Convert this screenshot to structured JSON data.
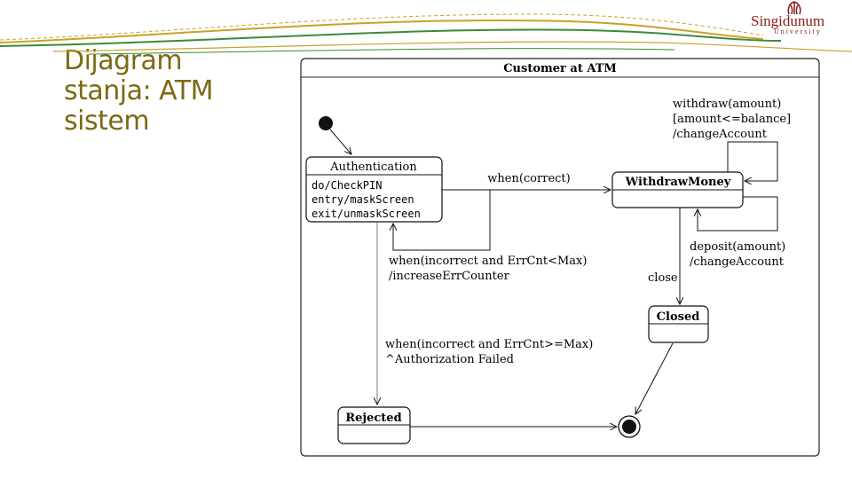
{
  "slide": {
    "title": "Dijagram\nstanja: ATM\nsistem",
    "logo_name": "Singidunum",
    "logo_sub": "University"
  },
  "diagram": {
    "frame_title": "Customer at ATM",
    "states": {
      "authentication": {
        "name": "Authentication",
        "activities": [
          "do/CheckPIN",
          "entry/maskScreen",
          "exit/unmaskScreen"
        ]
      },
      "withdraw_money": {
        "name": "WithdrawMoney"
      },
      "closed": {
        "name": "Closed"
      },
      "rejected": {
        "name": "Rejected"
      }
    },
    "transitions": {
      "when_correct": "when(correct)",
      "withdraw_self": [
        "withdraw(amount)",
        "[amount<=balance]",
        "/changeAccount"
      ],
      "deposit_self": [
        "deposit(amount)",
        "/changeAccount"
      ],
      "increase_err": [
        "when(incorrect and ErrCnt<Max)",
        "/increaseErrCounter"
      ],
      "auth_failed": [
        "when(incorrect and ErrCnt>=Max)",
        "^Authorization Failed"
      ],
      "close": "close"
    },
    "colors": {
      "stroke": "#111111",
      "accent_gold": "#c9a227",
      "accent_green": "#3a8a3a",
      "brand_red": "#8b1a1a"
    }
  }
}
